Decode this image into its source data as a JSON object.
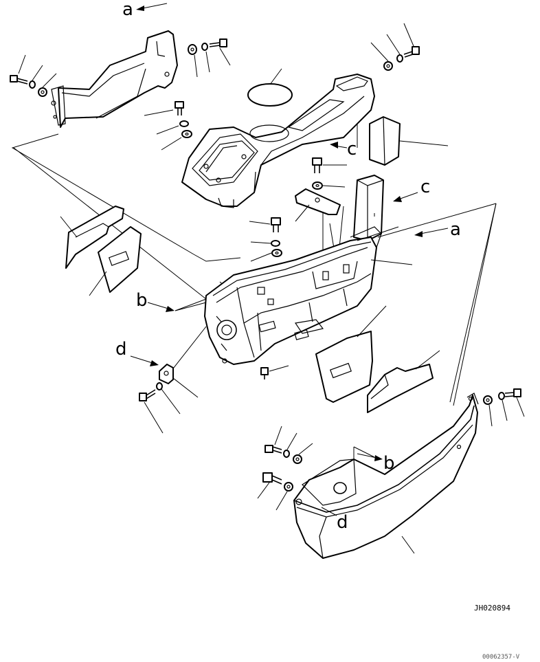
{
  "labels": {
    "a_top": "a",
    "a_mid": "a",
    "b_left": "b",
    "b_right": "b",
    "c_upper": "c",
    "c_lower": "c",
    "d_left": "d",
    "d_right": "d"
  },
  "drawing_code": "JH020894",
  "reference_code": "00062357-V"
}
